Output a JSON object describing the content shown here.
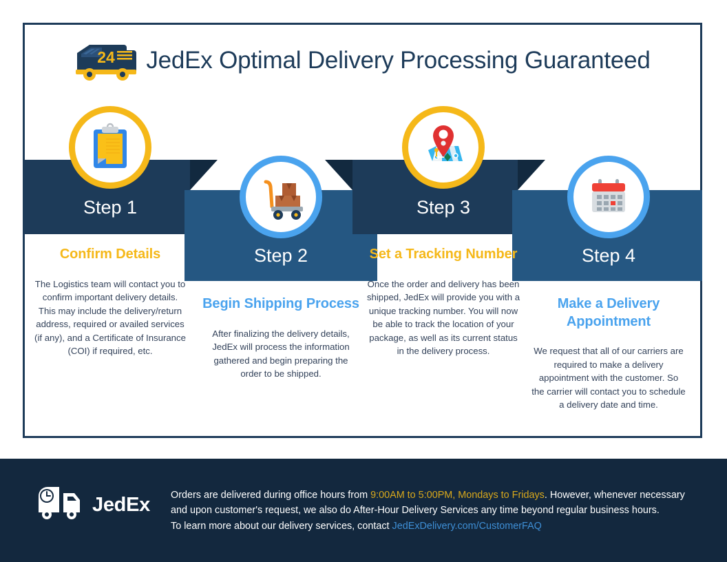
{
  "header": {
    "title": "JedEx Optimal Delivery Processing Guaranteed",
    "logo_icon": "delivery-van-24h-icon"
  },
  "colors": {
    "navy_dark": "#13283e",
    "navy_ribbon": "#1d3b59",
    "navy_fold": "#12293f",
    "blue_ribbon": "#255782",
    "gold": "#f5b819",
    "light_blue": "#4aa3ee",
    "body_text": "#33425a",
    "link_blue": "#3e8fd6",
    "footer_gold": "#d8a81c"
  },
  "steps": [
    {
      "number": "Step 1",
      "heading": "Confirm Details",
      "body": "The Logistics team will contact you to confirm important delivery details. This may include the delivery/return address, required or availed services (if any), and a Certificate of Insurance (COI) if required, etc.",
      "icon": "clipboard-icon",
      "accent": "gold"
    },
    {
      "number": "Step 2",
      "heading": "Begin Shipping Process",
      "body": "After finalizing the delivery details, JedEx will process the information gathered and begin preparing the order to be shipped.",
      "icon": "package-cart-icon",
      "accent": "blue"
    },
    {
      "number": "Step 3",
      "heading": "Set a Tracking Number",
      "body": "Once the order and delivery has been shipped, JedEx will provide you with a unique tracking number. You will now be able to track the location of your package, as well as its current status in the delivery process.",
      "icon": "map-pin-icon",
      "accent": "gold"
    },
    {
      "number": "Step 4",
      "heading": "Make a Delivery Appointment",
      "body": "We request that all of our carriers are required to make a delivery appointment with the customer. So the carrier will contact you to schedule a delivery date and time.",
      "icon": "calendar-icon",
      "accent": "blue"
    }
  ],
  "footer": {
    "brand_name": "JedEx",
    "brand_icon": "truck-clock-icon",
    "line1_before": "Orders are delivered during office hours from ",
    "line1_highlight": "9:00AM to 5:00PM, Mondays to Fridays",
    "line1_after": ". However, whenever necessary",
    "line2": "and upon customer's request, we also do After-Hour Delivery Services any time beyond regular business hours.",
    "line3_before": "To learn more about our delivery services, contact ",
    "line3_link": "JedExDelivery.com/CustomerFAQ"
  }
}
